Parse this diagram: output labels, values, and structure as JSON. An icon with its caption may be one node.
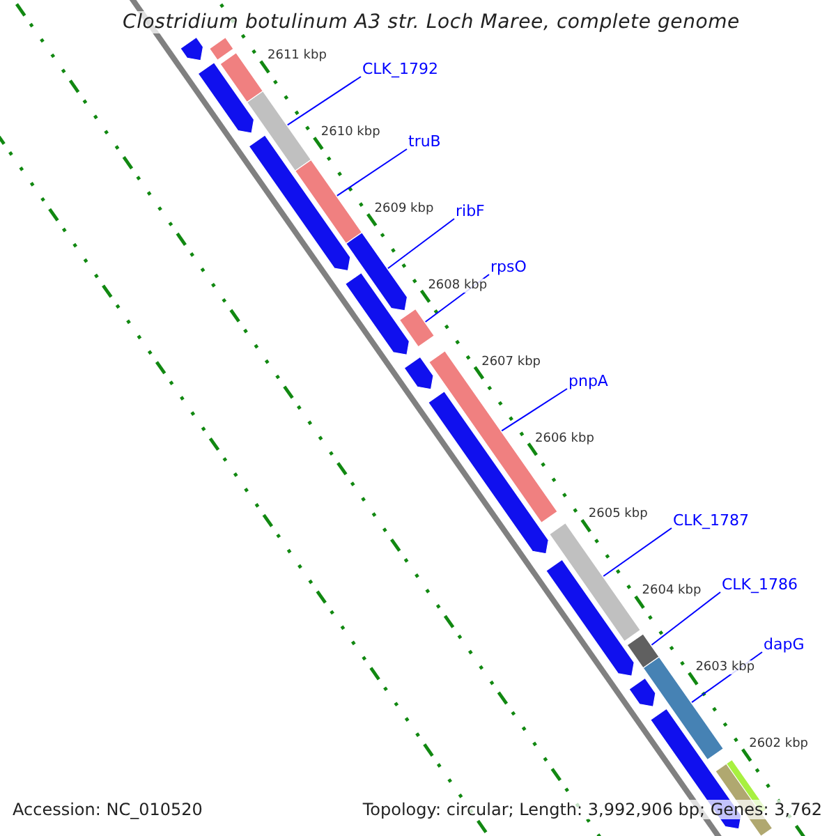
{
  "diagram": {
    "title": "Clostridium botulinum A3 str. Loch Maree, complete genome",
    "nodes": [
      {
        "text": [
          "CLK_1792"
        ]
      },
      {
        "text": [
          "truB"
        ]
      },
      {
        "text": [
          "ribF"
        ]
      },
      {
        "text": [
          "rpsO"
        ]
      },
      {
        "text": [
          "pnpA"
        ]
      },
      {
        "text": [
          "CLK_1787"
        ]
      },
      {
        "text": [
          "CLK_1786"
        ]
      },
      {
        "text": [
          "dapG"
        ]
      },
      {
        "text": [],
        "shape": "bar"
      },
      {
        "text": [],
        "shape": "bar"
      },
      {
        "text": [],
        "shape": "bar"
      },
      {
        "text": [],
        "shape": "bar"
      },
      {
        "text": [],
        "shape": "bar"
      },
      {
        "text": [],
        "shape": "bar"
      },
      {
        "text": [],
        "shape": "bar"
      },
      {
        "text": [],
        "shape": "bar"
      },
      {
        "text": [],
        "shape": "bar"
      },
      {
        "text": [],
        "shape": "bar"
      },
      {
        "text": [],
        "shape": "bar"
      },
      {
        "text": [],
        "shape": "bar"
      },
      {
        "text": [],
        "shape": "bar"
      },
      {
        "text": [],
        "shape": "bar"
      },
      {
        "text": [],
        "shape": "bar"
      },
      {
        "text": [],
        "shape": "bar"
      },
      {
        "text": [],
        "shape": "bar"
      },
      {
        "text": [],
        "shape": "bar"
      },
      {
        "text": [],
        "shape": "bar"
      },
      {
        "text": [],
        "shape": "bar"
      },
      {
        "text": [],
        "shape": "bar"
      }
    ],
    "edges": [
      {
        "from": 0,
        "to": 8,
        "arrow": "none"
      },
      {
        "from": 1,
        "to": 9,
        "arrow": "none"
      },
      {
        "from": 2,
        "to": 10,
        "arrow": "none"
      },
      {
        "from": 3,
        "to": 11,
        "arrow": "none"
      },
      {
        "from": 4,
        "to": 12,
        "arrow": "none"
      },
      {
        "from": 5,
        "to": 13,
        "arrow": "none"
      },
      {
        "from": 6,
        "to": 14,
        "arrow": "none"
      },
      {
        "from": 7,
        "to": 15,
        "arrow": "none"
      }
    ],
    "labels": [
      "2611 kbp",
      "2610 kbp",
      "2609 kbp",
      "2608 kbp",
      "2607 kbp",
      "2606 kbp",
      "2605 kbp",
      "2604 kbp",
      "2603 kbp",
      "2602 kbp",
      "Accession: NC_010520",
      "Topology: circular; Length: 3,992,906 bp; Genes: 3,762"
    ]
  }
}
